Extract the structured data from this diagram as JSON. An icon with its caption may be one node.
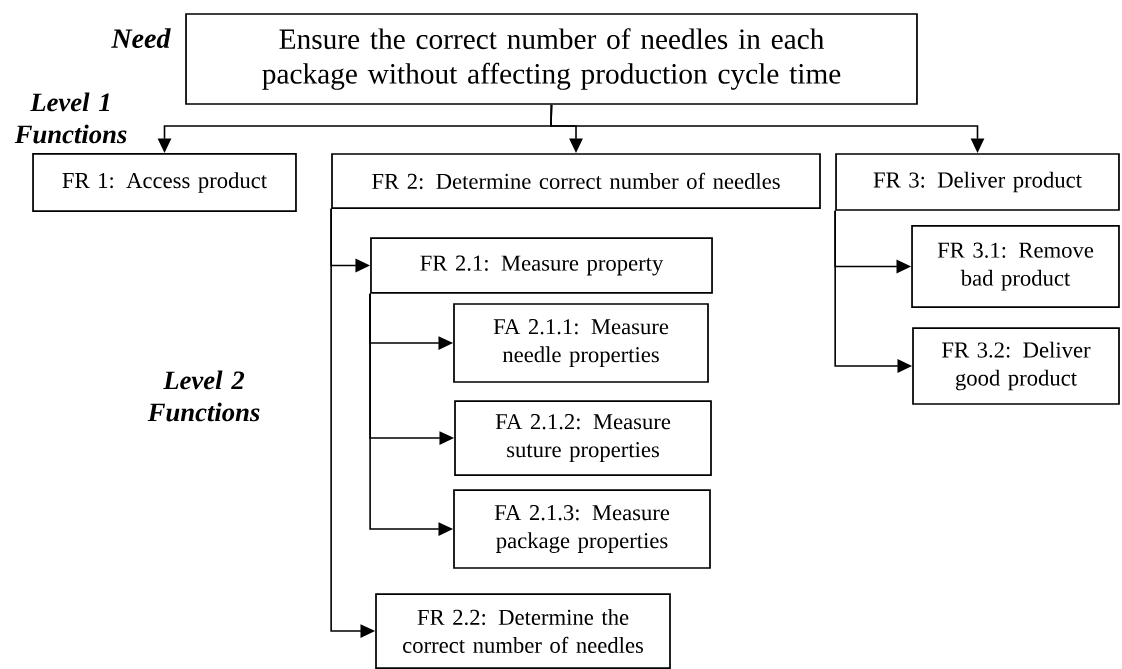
{
  "diagram": {
    "nodes": [
      {
        "text": [
          "Ensure the correct number of needles in each package without affecting production cycle time"
        ],
        "beside": [
          "Need"
        ]
      },
      {
        "text": [
          "FR 1: Access product"
        ]
      },
      {
        "text": [
          "FR 2: Determine correct number of needles"
        ]
      },
      {
        "text": [
          "FR 3: Deliver product"
        ]
      },
      {
        "text": [
          "FR 2.1: Measure property"
        ]
      },
      {
        "text": [
          "FA 2.1.1: Measure needle properties"
        ]
      },
      {
        "text": [
          "FA 2.1.2: Measure suture properties"
        ]
      },
      {
        "text": [
          "FA 2.1.3: Measure package properties"
        ]
      },
      {
        "text": [
          "FR 2.2: Determine the correct number of needles"
        ]
      },
      {
        "text": [
          "FR 3.1: Remove bad product"
        ]
      },
      {
        "text": [
          "FR 3.2: Deliver good product"
        ]
      }
    ],
    "edges": [
      {
        "from": 0,
        "to": 1,
        "arrow": "to"
      },
      {
        "from": 0,
        "to": 2,
        "arrow": "to"
      },
      {
        "from": 0,
        "to": 3,
        "arrow": "to"
      },
      {
        "from": 2,
        "to": 4,
        "arrow": "to"
      },
      {
        "from": 4,
        "to": 5,
        "arrow": "to"
      },
      {
        "from": 4,
        "to": 6,
        "arrow": "to"
      },
      {
        "from": 4,
        "to": 7,
        "arrow": "to"
      },
      {
        "from": 2,
        "to": 8,
        "arrow": "to"
      },
      {
        "from": 3,
        "to": 9,
        "arrow": "to"
      },
      {
        "from": 3,
        "to": 10,
        "arrow": "to"
      }
    ],
    "labels": [
      "Level 1 Functions",
      "Level 2 Functions"
    ]
  }
}
